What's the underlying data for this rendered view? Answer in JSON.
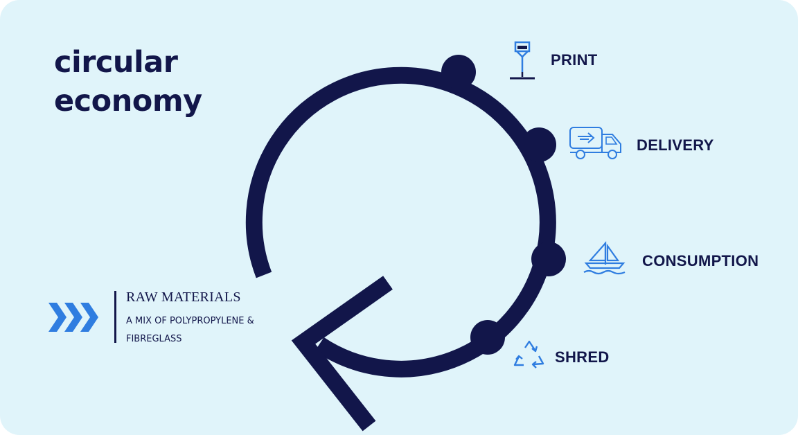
{
  "title": {
    "line1": "circular",
    "line2": "economy"
  },
  "stages": [
    {
      "id": "print",
      "label": "PRINT",
      "icon": "print-nozzle-icon"
    },
    {
      "id": "delivery",
      "label": "DELIVERY",
      "icon": "delivery-truck-icon"
    },
    {
      "id": "consumption",
      "label": "CONSUMPTION",
      "icon": "sailboat-icon"
    },
    {
      "id": "shred",
      "label": "SHRED",
      "icon": "recycle-icon"
    }
  ],
  "raw_materials": {
    "title": "RAW MATERIALS",
    "description": "A MIX OF POLYPROPYLENE & FIBREGLASS",
    "icon": "triple-chevron-right-icon"
  },
  "colors": {
    "background": "#e0f4fa",
    "navy": "#12164a",
    "accent_blue": "#2f7de0"
  }
}
